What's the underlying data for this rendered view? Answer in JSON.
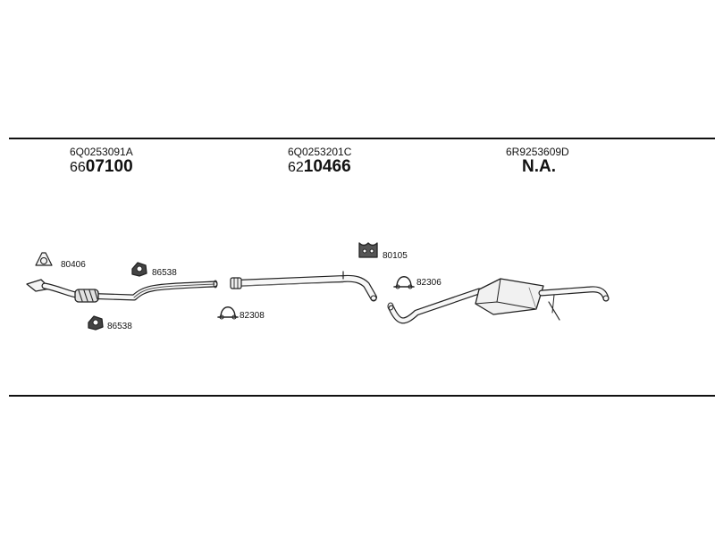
{
  "sections": [
    {
      "oe": "6Q0253091A",
      "ref_prefix": "66",
      "ref_main": "07100"
    },
    {
      "oe": "6Q0253201C",
      "ref_prefix": "62",
      "ref_main": "10466"
    },
    {
      "oe": "6R9253609D",
      "ref_prefix": "",
      "ref_main": "N.A."
    }
  ],
  "callouts": {
    "gasket": "80406",
    "mount_top": "86538",
    "mount_bottom": "86538",
    "clamp_mid": "82308",
    "hanger": "80105",
    "clamp_rear": "82306"
  }
}
